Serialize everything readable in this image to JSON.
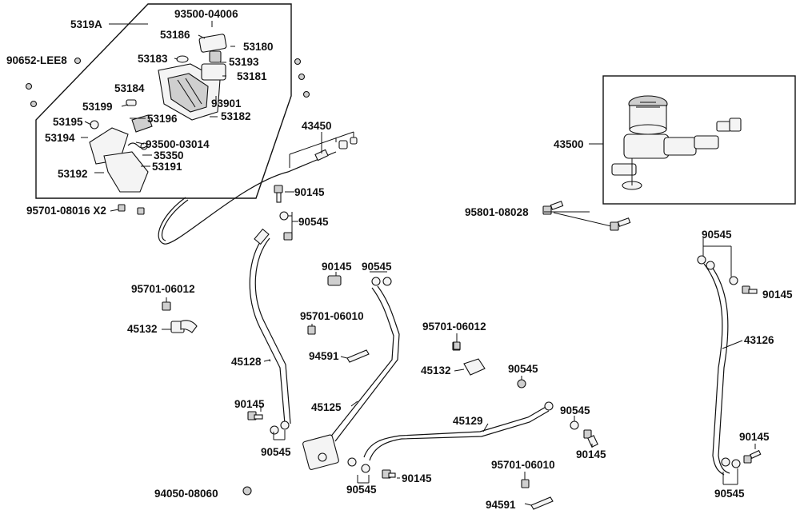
{
  "parts": {
    "p5319a": "5319A",
    "p93500_04006": "93500-04006",
    "p53186": "53186",
    "p53180": "53180",
    "p53183": "53183",
    "p53193": "53193",
    "p53181": "53181",
    "p90652": "90652-LEE8",
    "p53184": "53184",
    "p53199": "53199",
    "p93901": "93901",
    "p53195": "53195",
    "p53196": "53196",
    "p53182": "53182",
    "p53194": "53194",
    "p93500_03014": "93500-03014",
    "p35350": "35350",
    "p53191": "53191",
    "p53192": "53192",
    "p95701_08016": "95701-08016 X2",
    "p43450": "43450",
    "p90145_a": "90145",
    "p90545_a": "90545",
    "p43500": "43500",
    "p95801": "95801-08028",
    "p90545_b": "90545",
    "p90145_b": "90145",
    "p43126": "43126",
    "p95701_06012_a": "95701-06012",
    "p45132_a": "45132",
    "p90145_c": "90145",
    "p90545_c": "90545",
    "p95701_06010_a": "95701-06010",
    "p94591_a": "94591",
    "p45128": "45128",
    "p95701_06012_b": "95701-06012",
    "p45132_b": "45132",
    "p90545_d": "90545",
    "p90145_d": "90145",
    "p90545_e": "90545",
    "p45125": "45125",
    "p45129": "45129",
    "p90545_f": "90545",
    "p90145_e": "90145",
    "p90545_g": "90545",
    "p90145_f": "90145",
    "p95701_06010_b": "95701-06010",
    "p94591_b": "94591",
    "p90145_g": "90145",
    "p90545_h": "90545",
    "p94050": "94050-08060"
  }
}
